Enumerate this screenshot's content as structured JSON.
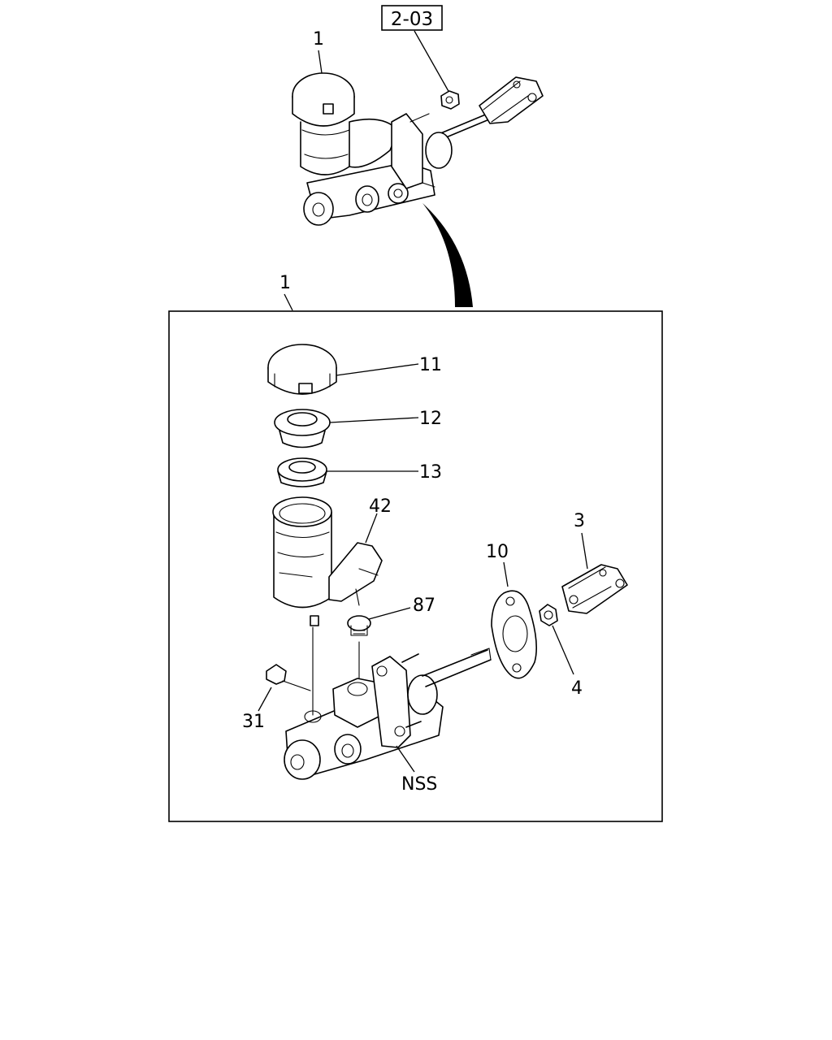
{
  "reference": {
    "label": "2-03"
  },
  "assembly": {
    "top_label": "1",
    "box_label": "1"
  },
  "callouts": [
    {
      "id": "11",
      "text": "11",
      "part": "reservoir-cap"
    },
    {
      "id": "12",
      "text": "12",
      "part": "cap-seal"
    },
    {
      "id": "13",
      "text": "13",
      "part": "diaphragm"
    },
    {
      "id": "42",
      "text": "42",
      "part": "reservoir-tank"
    },
    {
      "id": "87",
      "text": "87",
      "part": "grommet-plug"
    },
    {
      "id": "31",
      "text": "31",
      "part": "bolt"
    },
    {
      "id": "NSS",
      "text": "NSS",
      "part": "master-cylinder-body"
    },
    {
      "id": "10",
      "text": "10",
      "part": "gasket"
    },
    {
      "id": "3",
      "text": "3",
      "part": "clevis"
    },
    {
      "id": "4",
      "text": "4",
      "part": "nut"
    }
  ]
}
